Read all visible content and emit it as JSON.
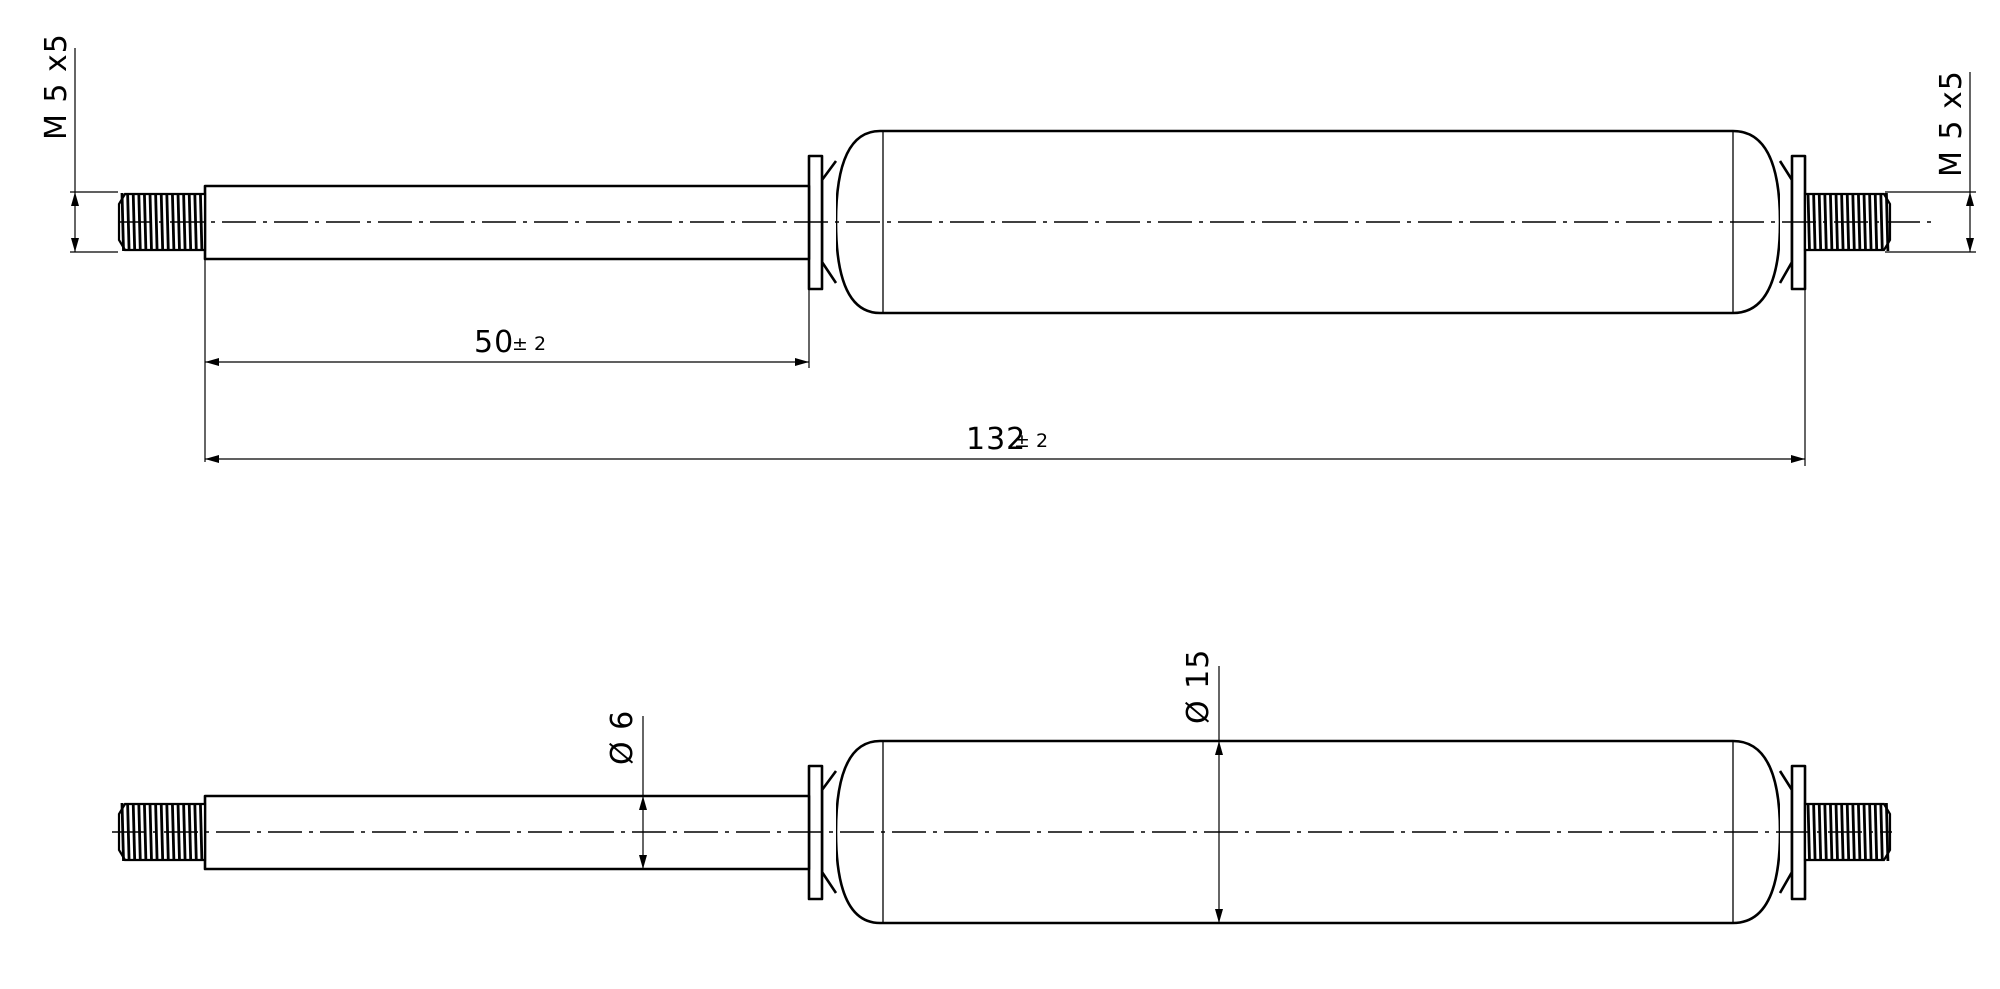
{
  "dimensions": {
    "thread_left": "M 5 x5",
    "thread_right": "M 5 x5",
    "rod_length": "50",
    "rod_length_tolerance": "± 2",
    "total_length": "132",
    "total_length_tolerance": "± 2",
    "rod_diameter": "Ø 6",
    "body_diameter": "Ø 15"
  },
  "colors": {
    "line": "#000000",
    "background": "#ffffff"
  }
}
